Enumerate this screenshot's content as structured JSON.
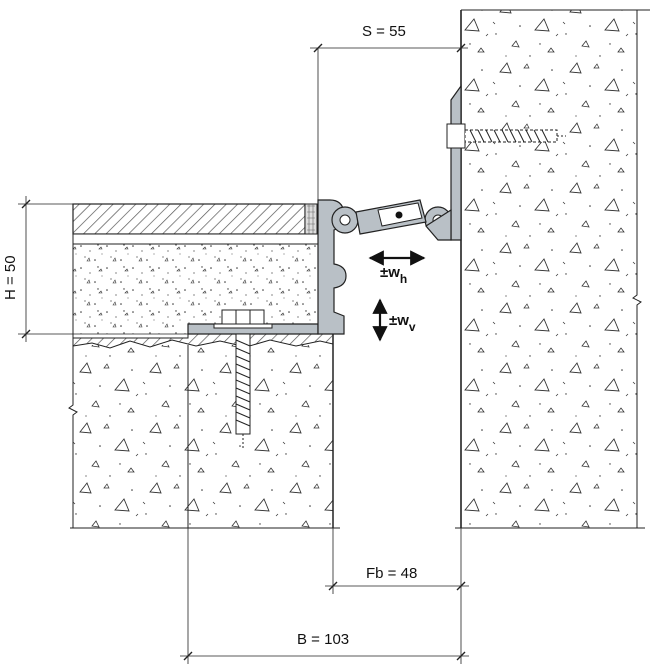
{
  "dimensions": {
    "s": "S = 55",
    "h": "H = 50",
    "fb": "Fb = 48",
    "b": "B = 103"
  },
  "movement": {
    "horizontal_main": "±w",
    "horizontal_sub": "h",
    "vertical_main": "±w",
    "vertical_sub": "v"
  },
  "colors": {
    "line": "#222222",
    "profile": "#b9c0c6",
    "concrete": "#ffffff",
    "hatch": "#555555"
  }
}
